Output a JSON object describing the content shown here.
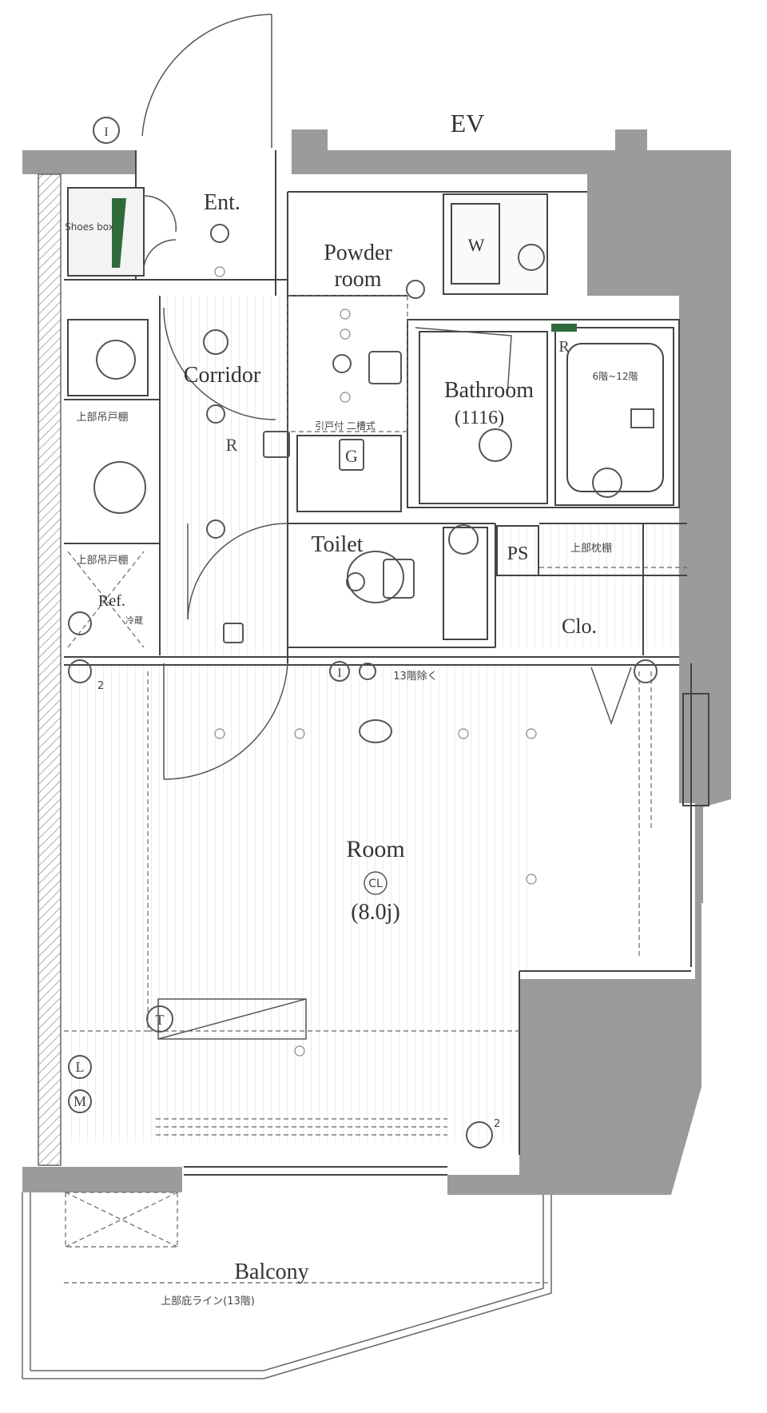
{
  "labels": {
    "ev": "EV",
    "entrance": "Ent.",
    "shoe_box": "Shoes box",
    "powder_room": [
      "Powder",
      "room"
    ],
    "washer": "W",
    "corridor": "Corridor",
    "bathroom": "Bathroom",
    "bathroom_size": "(1116)",
    "toilet": "Toilet",
    "pipe_space": "PS",
    "closet": "Clo.",
    "room": "Room",
    "room_size": "(8.0j)",
    "closet_mark": "CL",
    "balcony": "Balcony",
    "refrigerator": "Ref."
  },
  "notes": {
    "upper_cabinet_left": "上部吊戸棚",
    "upper_cabinet_left2": "上部吊戸棚",
    "bath_floors": "6階~12階",
    "upper_shelf": "上部枕棚",
    "floor_13_except": "13階除く",
    "balcony_line": "上部庇ライン(13階)",
    "bath_equipment": "引戸付 二槽式",
    "ref_note": "冷蔵"
  },
  "symbols": {
    "intercom": "I",
    "r_mark": "R",
    "g_mark": "G",
    "t_mark": "T",
    "l_mark": "L",
    "m_mark": "M",
    "sub2": "2",
    "sup2": "2"
  },
  "colors": {
    "wall_gray": "#9b9b9b",
    "wall_dark": "#8a8a8a",
    "line": "#444444",
    "accent_green": "#2f6b3a"
  }
}
